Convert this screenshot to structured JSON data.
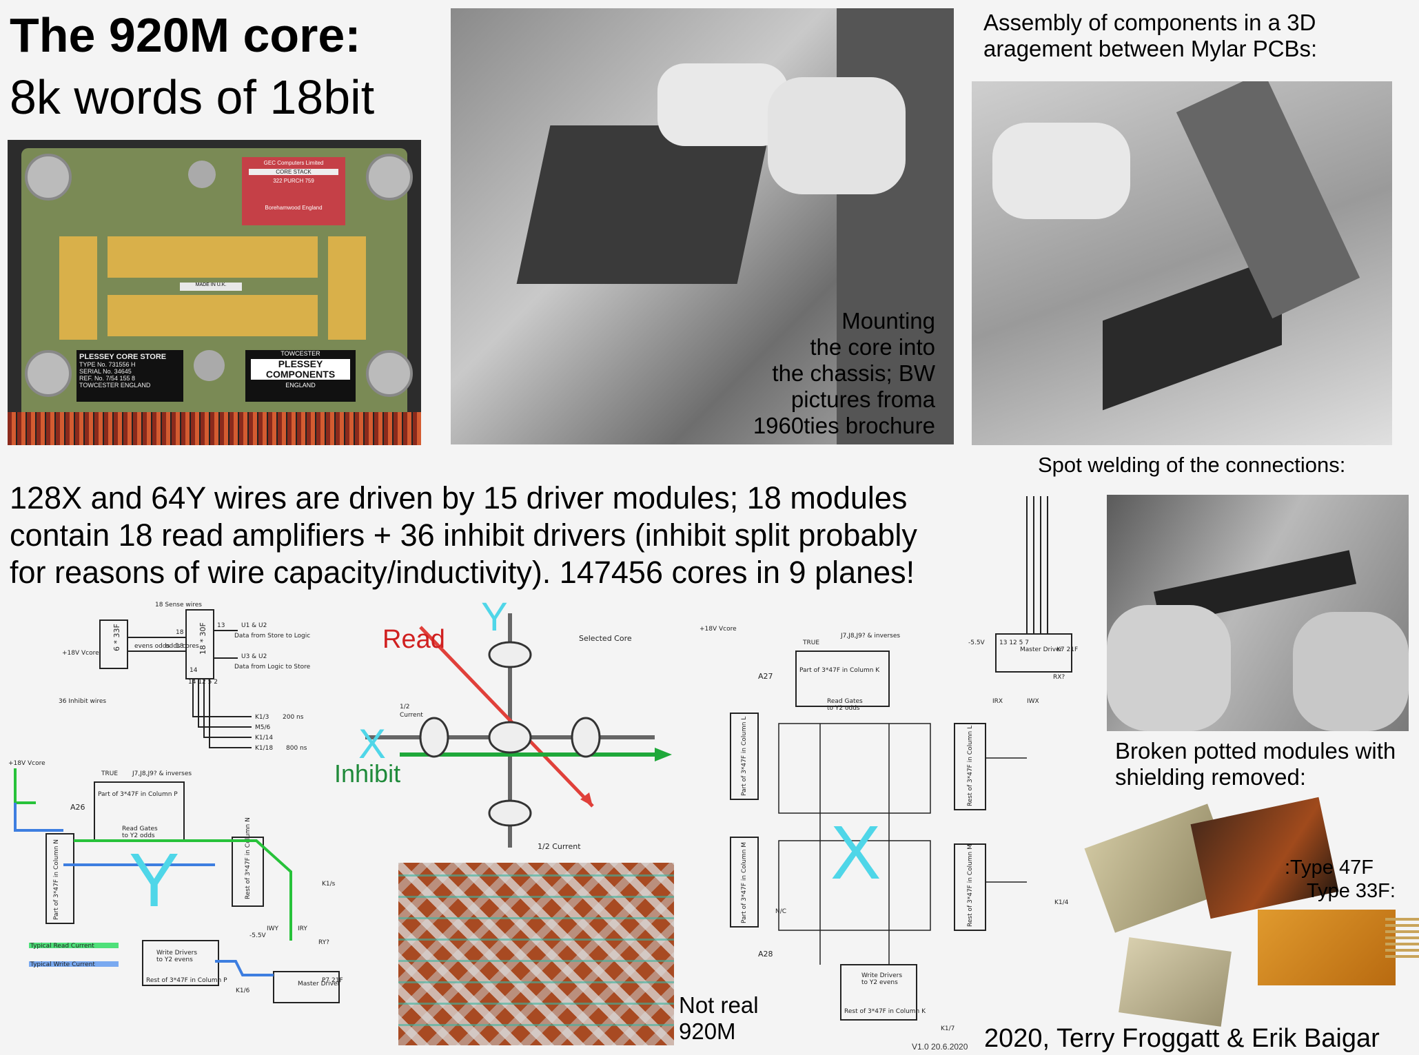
{
  "title": {
    "line1": "The 920M core:",
    "line2": "8k words of 18bit"
  },
  "captions": {
    "assembly": [
      "Assembly of components in a 3D",
      "aragement between Mylar PCBs:"
    ],
    "mounting": [
      "Mounting",
      "the core into",
      "the chassis; BW",
      "pictures froma",
      "1960ties brochure"
    ],
    "spot_welding": "Spot welding of the connections:",
    "broken": [
      "Broken potted modules with",
      "shielding removed:"
    ],
    "type47": ":Type 47F",
    "type33": "Type 33F:",
    "not_real": [
      "Not real",
      "920M"
    ]
  },
  "summary": [
    "128X and 64Y wires are driven by 15 driver modules; 18 modules",
    "contain 18 read amplifiers + 36 inhibit drivers (inhibit split probably",
    "for reasons of wire capacity/inductivity). 147456 cores in 9 planes!"
  ],
  "plessey": {
    "brand": "PLESSEY CORE STORE",
    "type": "TYPE No. 731556 H",
    "serial": "SERIAL No. 34645",
    "ref": "REF. No. 7/54 155 8",
    "place": "TOWCESTER ENGLAND",
    "made": "MADE IN U.K.",
    "components": [
      "PLESSEY",
      "COMPONENTS"
    ],
    "towcester": "TOWCESTER",
    "england": "ENGLAND",
    "sticker": [
      "GEC Computers Limited",
      "CORE STACK",
      "322 PURCH 759",
      "Borehamwood England"
    ]
  },
  "core_diagram": {
    "read": "Read",
    "y": "Y",
    "x": "X",
    "inhibit": "Inhibit",
    "selected": "Selected Core",
    "half": "1/2 Current",
    "half_small": [
      "1/2",
      "Current"
    ]
  },
  "schem_left": {
    "big": "Y",
    "mod_a26": "A26",
    "col_p": "Part of 3*47F in Column P",
    "col_n": "Part of 3*47F in Column N",
    "read_gates": [
      "Read Gates",
      "to Y2 odds"
    ],
    "write_drivers": [
      "Write Drivers",
      "to Y2 evens"
    ],
    "rest_p": "Rest of 3*47F in Column P",
    "rest_n": "Rest of 3*47F in Column N",
    "master": "Master Driver",
    "p7": "P7 21F",
    "k1s": "K1/s",
    "k16": "K1/6",
    "legend_read": "Typical Read Current",
    "legend_write": "Typical Write Current",
    "v18": "+18V Vcore",
    "true": "TRUE",
    "inverses": "J7,J8,J9? & inverses",
    "iwy": "IWY",
    "iry": "IRY",
    "ry": "RY?",
    "m55": "-5.5V"
  },
  "schem_top": {
    "m6": "6 * 33F",
    "m18": "18 * 30F",
    "sense": "18 Sense wires",
    "inhibit": "36 Inhibit wires",
    "v18": "+18V Vcore",
    "l1": "U1 & U2",
    "l1b": "Data from Store to Logic",
    "l2": "U3 & U2",
    "l2b": "Data from Logic to Store",
    "k13": "K1/3",
    "m56": "M5/6",
    "k114": "K1/14",
    "k118": "K1/18",
    "ns200": "200 ns",
    "ns800": "800 ns",
    "n18a": "18",
    "n18b": "18",
    "n14": "14",
    "n12": "12",
    "evens": "evens odds",
    "cores": "odds cores",
    "pins": "14 12 5 2",
    "n13": "13"
  },
  "schem_right": {
    "big": "X",
    "a27": "A27",
    "a28": "A28",
    "col_k": "Part of 3*47F in Column K",
    "col_l": "Part of 3*47F in Column L",
    "col_m": "Part of 3*47F in Column M",
    "rest_l": "Rest of 3*47F in Column L",
    "rest_m": "Rest of 3*47F in Column M",
    "rest_k": "Rest of 3*47F in Column K",
    "read_gates": [
      "Read Gates",
      "to Y2 odds"
    ],
    "write_drivers": [
      "Write Drivers",
      "to Y2 evens"
    ],
    "master": "Master Driver",
    "k7": "K7 21F",
    "k14": "K1/4",
    "k17": "K1/7",
    "irx": "IRX",
    "iwx": "IWX",
    "rx": "RX?",
    "m55": "-5.5V",
    "v18": "+18V Vcore",
    "true": "TRUE",
    "inverses": "J7,J8,J9? & inverses",
    "n13": "13 12 5 7",
    "nc": "N/C"
  },
  "credit": "2020, Terry Froggatt & Erik Baigar",
  "version": "V1.0 20.6.2020"
}
